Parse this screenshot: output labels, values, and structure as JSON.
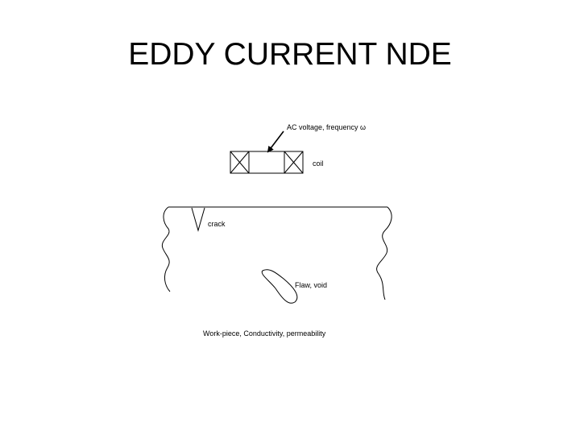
{
  "slide": {
    "title": "EDDY CURRENT NDE"
  },
  "diagram": {
    "ac_voltage_label": "AC voltage, frequency ω",
    "coil_label": "coil",
    "crack_label": "crack",
    "flaw_label": "Flaw, void",
    "workpiece_label": "Work-piece, Conductivity, permeability"
  }
}
